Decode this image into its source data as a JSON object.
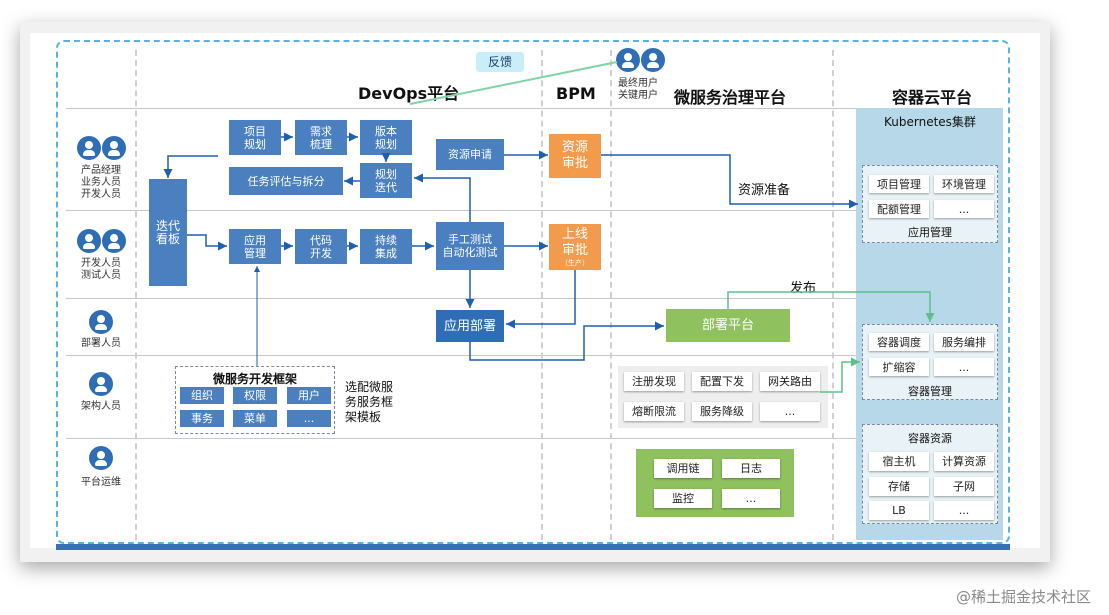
{
  "sections": {
    "devops": "DevOps平台",
    "bpm": "BPM",
    "microservice": "微服务治理平台",
    "container": "容器云平台"
  },
  "feedback": "反馈",
  "end_users": [
    "最终用户",
    "关键用户"
  ],
  "roles": [
    {
      "lines": [
        "产品经理",
        "业务人员",
        "开发人员"
      ]
    },
    {
      "lines": [
        "开发人员",
        "测试人员"
      ]
    },
    {
      "lines": [
        "部署人员"
      ]
    },
    {
      "lines": [
        "架构人员"
      ]
    },
    {
      "lines": [
        "平台运维"
      ]
    }
  ],
  "devops": {
    "project_plan": "项目规划",
    "req_sort": "需求梳理",
    "version_plan": "版本规划",
    "task_eval": "任务评估与拆分",
    "iter_plan": "规划迭代",
    "iter_board": "迭代看板",
    "app_mgmt": "应用管理",
    "code_dev": "代码开发",
    "ci": "持续集成",
    "test": "手工测试\n自动化测试",
    "resource_apply": "资源申请",
    "app_deploy": "应用部署",
    "framework_title": "微服务开发框架",
    "framework_items": [
      "组织",
      "权限",
      "用户",
      "事务",
      "菜单",
      "..."
    ],
    "framework_note": "选配微服\n务服务框\n架模板"
  },
  "bpm": {
    "resource_approve": "资源\n审批",
    "release_approve": "上线\n审批",
    "release_sub": "（生产）"
  },
  "microservice": {
    "deploy_platform": "部署平台",
    "publish": "发布",
    "resource_prepare": "资源准备",
    "gov_items": [
      "注册发现",
      "配置下发",
      "网关路由",
      "熔断限流",
      "服务降级",
      "..."
    ],
    "ops_items": [
      "调用链",
      "日志",
      "监控",
      "..."
    ]
  },
  "container": {
    "k8s_title": "Kubernetes集群",
    "app_mgmt_items": [
      "项目管理",
      "环境管理",
      "配额管理",
      "..."
    ],
    "app_mgmt_title": "应用管理",
    "container_mgmt_items": [
      "容器调度",
      "服务编排",
      "扩缩容",
      "..."
    ],
    "container_mgmt_title": "容器管理",
    "resource_title": "容器资源",
    "resource_items": [
      "宿主机",
      "计算资源",
      "存储",
      "子网",
      "LB",
      "..."
    ]
  },
  "watermark": "@稀土掘金技术社区",
  "colors": {
    "blue": "#4a80bf",
    "orange": "#f39b4c",
    "green": "#8fc15e",
    "k8s_panel": "#b7d8e8",
    "arrow": "#1f5fb0",
    "green_arrow": "#5cc08a"
  }
}
